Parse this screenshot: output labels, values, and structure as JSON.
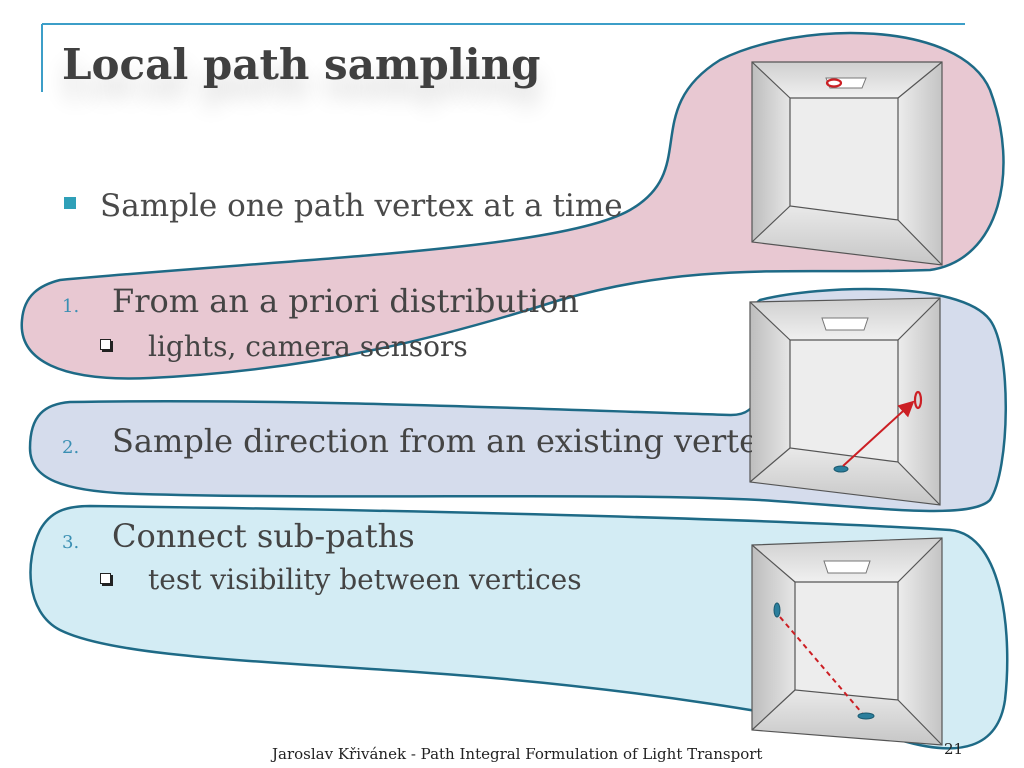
{
  "slide": {
    "title": "Local path sampling",
    "main_bullet": "Sample one path vertex at a time",
    "items": [
      {
        "number": "1.",
        "text": "From an a priori distribution",
        "sub": "lights, camera sensors"
      },
      {
        "number": "2.",
        "text": "Sample direction from an existing vertex",
        "sub": ""
      },
      {
        "number": "3.",
        "text": "Connect sub-paths",
        "sub": "test visibility between vertices"
      }
    ],
    "footer": "Jaroslav Křivánek - Path Integral Formulation of Light Transport",
    "page_number": "21"
  },
  "colors": {
    "accent_bullet": "#2fa0b8",
    "number_color": "#3a8fb3",
    "callout_outline": "#1e6a86",
    "callout_pink": "#e8c8d2",
    "callout_blue": "#d5dcec",
    "callout_cyan": "#d3ecf4",
    "arrow_red": "#cc1f24",
    "vertex_teal": "#2b7e9c"
  }
}
